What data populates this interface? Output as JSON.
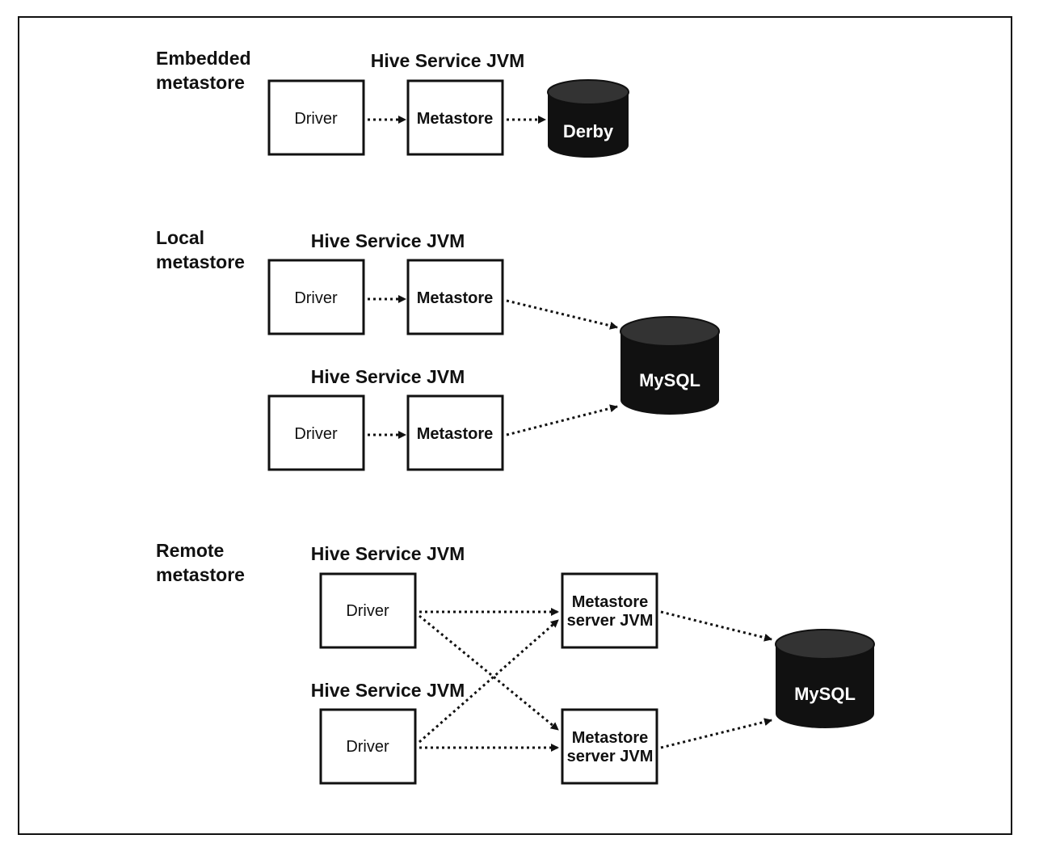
{
  "embedded": {
    "section_line1": "Embedded",
    "section_line2": "metastore",
    "jvm_label": "Hive Service JVM",
    "driver": "Driver",
    "metastore": "Metastore",
    "db": "Derby"
  },
  "local": {
    "section_line1": "Local",
    "section_line2": "metastore",
    "jvm1_label": "Hive Service JVM",
    "jvm2_label": "Hive Service JVM",
    "driver1": "Driver",
    "metastore1": "Metastore",
    "driver2": "Driver",
    "metastore2": "Metastore",
    "db": "MySQL"
  },
  "remote": {
    "section_line1": "Remote",
    "section_line2": "metastore",
    "jvm1_label": "Hive Service JVM",
    "jvm2_label": "Hive Service JVM",
    "driver1": "Driver",
    "driver2": "Driver",
    "server1_line1": "Metastore",
    "server1_line2": "server JVM",
    "server2_line1": "Metastore",
    "server2_line2": "server JVM",
    "db": "MySQL"
  },
  "colors": {
    "ink": "#111111",
    "db_fill": "#111111",
    "background": "#ffffff"
  }
}
